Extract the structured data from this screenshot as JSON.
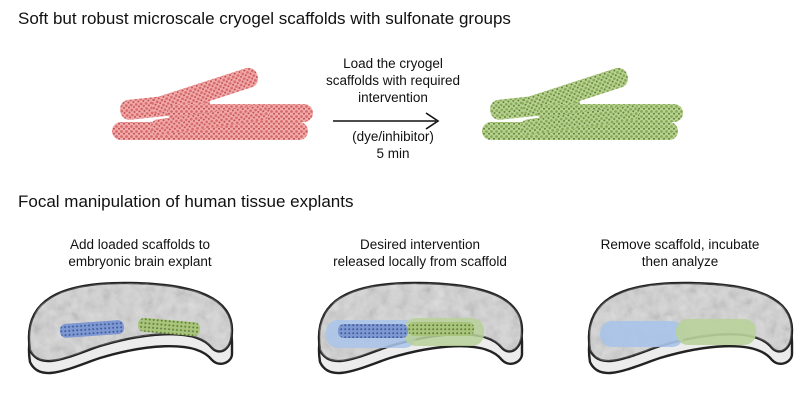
{
  "section1": {
    "title": "Soft but robust microscale cryogel scaffolds with sulfonate groups",
    "arrow_top": [
      "Load the cryogel",
      "scaffolds with required",
      "intervention"
    ],
    "arrow_bottom": [
      "(dye/inhibitor)",
      "5 min"
    ],
    "colors": {
      "unloaded": "#e88a8a",
      "loaded": "#9bbd6a"
    }
  },
  "section2": {
    "title": "Focal manipulation of human tissue explants",
    "panels": [
      {
        "caption": [
          "Add loaded scaffolds to",
          "embryonic brain explant"
        ]
      },
      {
        "caption": [
          "Desired intervention",
          "released locally from scaffold"
        ]
      },
      {
        "caption": [
          "Remove scaffold, incubate",
          "then analyze"
        ]
      }
    ],
    "colors": {
      "blue": "#6c87c6",
      "green": "#8fb25b",
      "blue_glow": "#a9c4ea",
      "green_glow": "#b9d19a",
      "tissue": "#d8d8d8"
    }
  }
}
